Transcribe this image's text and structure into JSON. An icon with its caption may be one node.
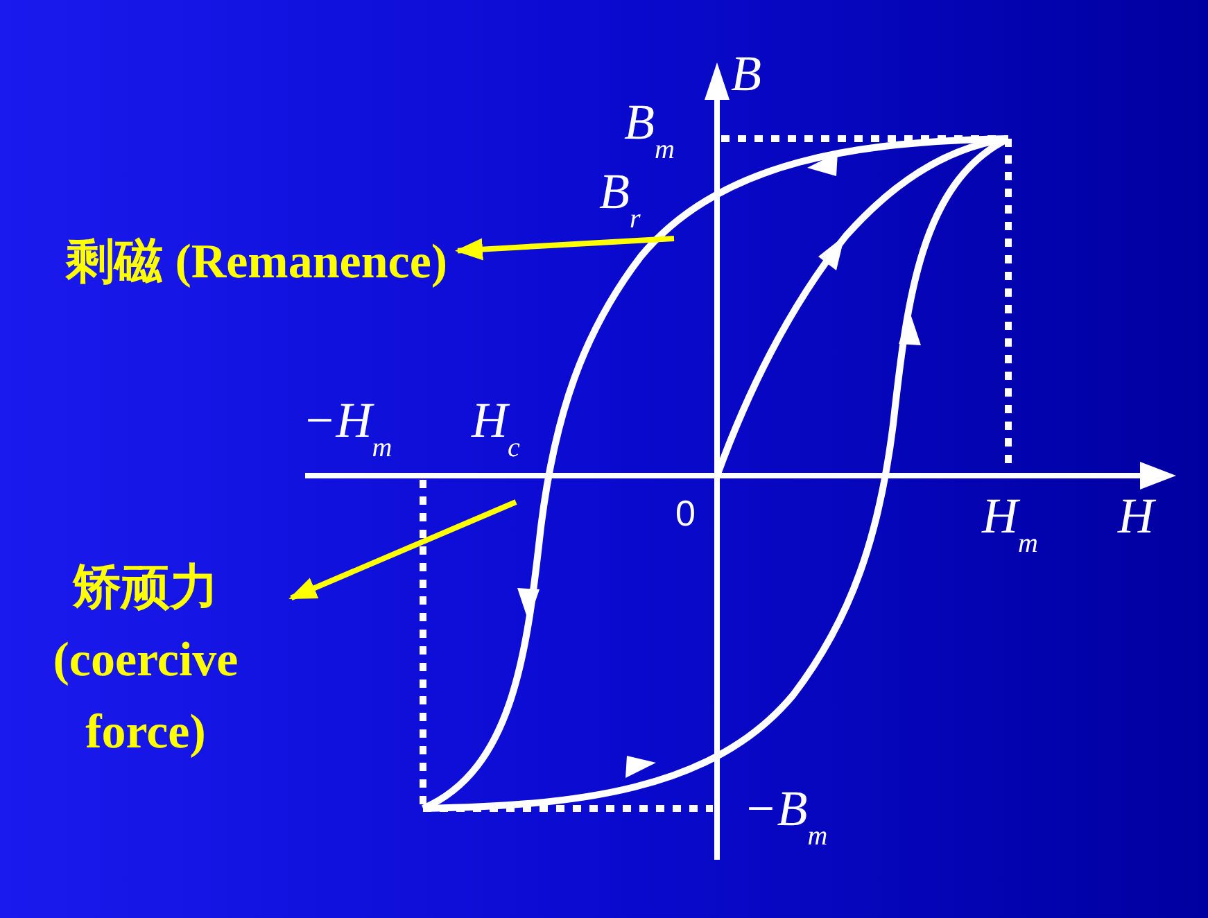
{
  "diagram": {
    "nodes": [
      {
        "text": [
          "剩磁 (Remanence)"
        ]
      },
      {
        "text": [
          "矫顽力 (coercive force)"
        ]
      }
    ],
    "edges": [
      {
        "from": null,
        "to": 0,
        "arrow": "to"
      },
      {
        "from": null,
        "to": 1,
        "arrow": "to"
      }
    ],
    "labels": [
      "B",
      "B$_{m}$",
      "B$_{r}$",
      "−H$_{m}$",
      "H$_{c}$",
      "0",
      "H$_{m}$",
      "H",
      "−B$_{m}$"
    ]
  }
}
